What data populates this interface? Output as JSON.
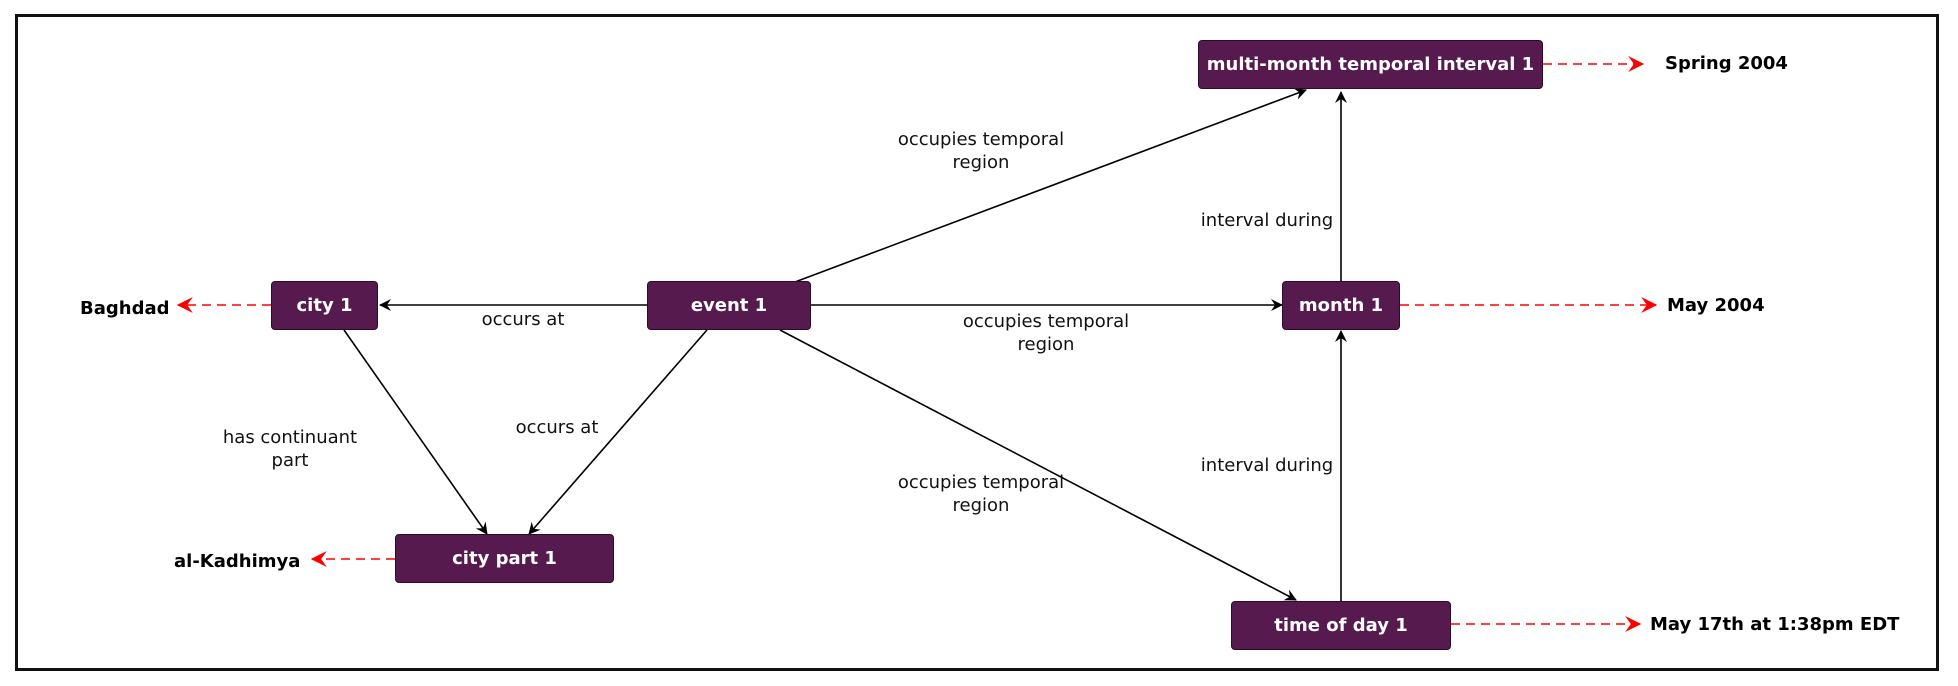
{
  "diagram": {
    "nodes": {
      "city1": "city 1",
      "event1": "event 1",
      "month1": "month 1",
      "interval1": "multi-month temporal interval 1",
      "citypart1": "city part 1",
      "timeofday1": "time of day 1"
    },
    "literals": {
      "baghdad": "Baghdad",
      "kadhimya": "al-Kadhimya",
      "spring2004": "Spring 2004",
      "may2004": "May 2004",
      "may17": "May 17th at 1:38pm EDT"
    },
    "edge_labels": {
      "occurs_at_city": "occurs at",
      "occurs_at_citypart": "occurs at",
      "has_continuant_part": "has continuant part",
      "occupies_temporal_region_interval": "occupies temporal region",
      "occupies_temporal_region_month": "occupies temporal region",
      "occupies_temporal_region_timeofday": "occupies temporal region",
      "interval_during_month_interval": "interval during",
      "interval_during_time_month": "interval during"
    },
    "colors": {
      "node_fill": "#561a4e",
      "relation_edge": "#000000",
      "literal_edge": "#ff0000"
    }
  }
}
